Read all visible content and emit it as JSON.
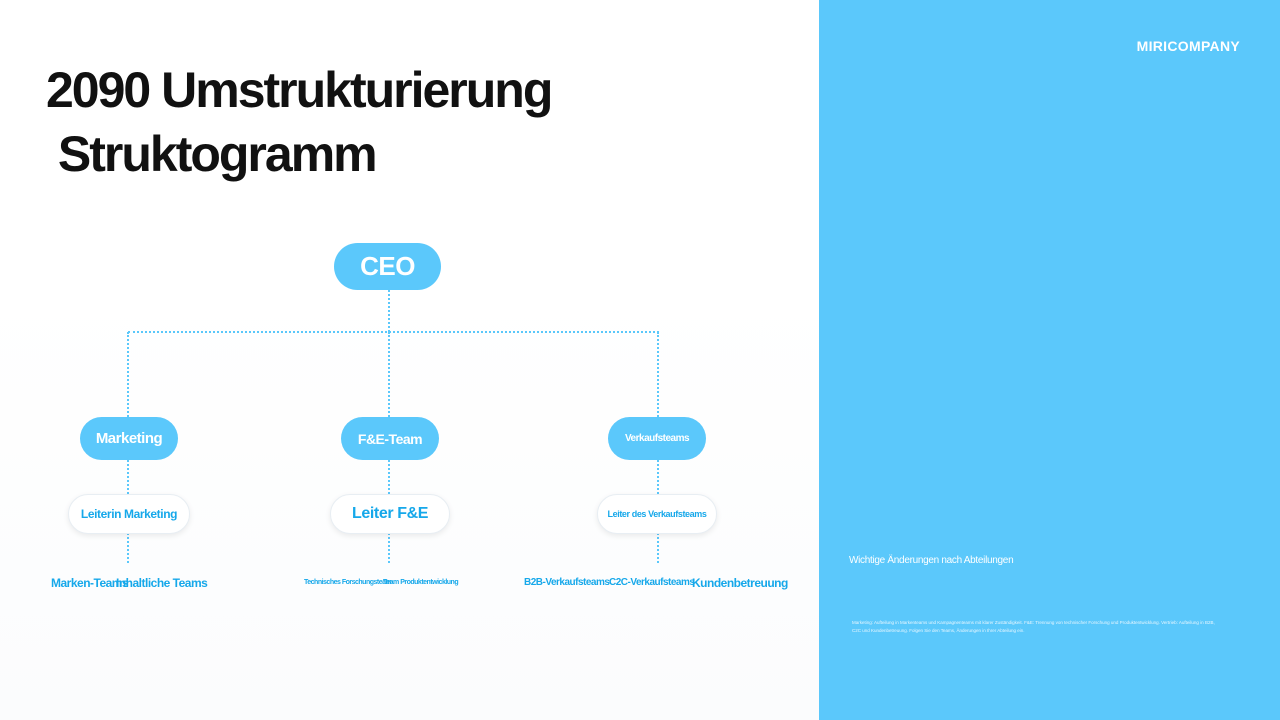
{
  "slide": {
    "title": "2090 Umstrukturierung\n Struktogramm",
    "brand": "MIRICOMPANY",
    "panel_heading": "Wichtige Änderungen nach Abteilungen",
    "panel_body": "Marketing: Aufteilung in Markenteams und Kampagnenteams mit klarer Zuständigkeit. F&E: Trennung von technischer Forschung und Produktentwicklung. Vertrieb: Aufteilung in B2B, C2C und Kundenbetreuung. Folgen Sie den Teams, Änderungen in Ihrer Abteilung ein."
  },
  "org": {
    "ceo": "CEO",
    "departments": [
      {
        "name": "Marketing",
        "lead": "Leiterin Marketing",
        "teams": [
          "Marken-Teams",
          "Inhaltliche Teams"
        ]
      },
      {
        "name": "F&E-Team",
        "lead": "Leiter F&E",
        "teams": [
          "Technisches Forschungsteam",
          "Team Produktentwicklung"
        ]
      },
      {
        "name": "Verkaufsteams",
        "lead": "Leiter des Verkaufsteams",
        "teams": [
          "B2B-Verkaufsteams",
          "C2C-Verkaufsteams",
          "Kundenbetreuung"
        ]
      }
    ]
  },
  "colors": {
    "accent": "#5bc8fb",
    "team_text": "#16a8ea",
    "title": "#111111"
  }
}
